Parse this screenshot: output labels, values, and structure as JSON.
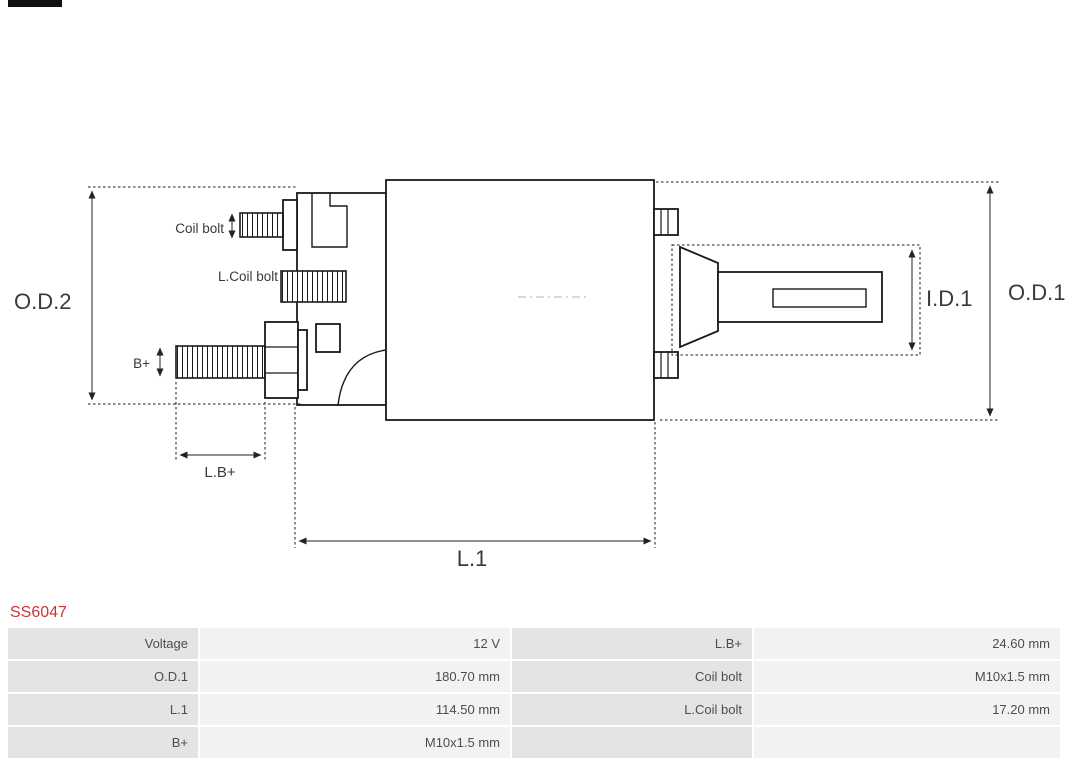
{
  "product": {
    "code": "SS6047",
    "code_color": "#cc3333"
  },
  "diagram": {
    "labels": {
      "od2": "O.D.2",
      "od1": "O.D.1",
      "id1": "I.D.1",
      "l1": "L.1",
      "lb_plus": "L.B+",
      "b_plus": "B+",
      "coil_bolt": "Coil bolt",
      "l_coil_bolt": "L.Coil bolt"
    }
  },
  "spec_table": {
    "rows": [
      {
        "c1": "Voltage",
        "v1": "12 V",
        "c2": "L.B+",
        "v2": "24.60 mm"
      },
      {
        "c1": "O.D.1",
        "v1": "180.70 mm",
        "c2": "Coil bolt",
        "v2": "M10x1.5 mm"
      },
      {
        "c1": "L.1",
        "v1": "114.50 mm",
        "c2": "L.Coil bolt",
        "v2": "17.20 mm"
      },
      {
        "c1": "B+",
        "v1": "M10x1.5 mm",
        "c2": "",
        "v2": ""
      }
    ]
  }
}
